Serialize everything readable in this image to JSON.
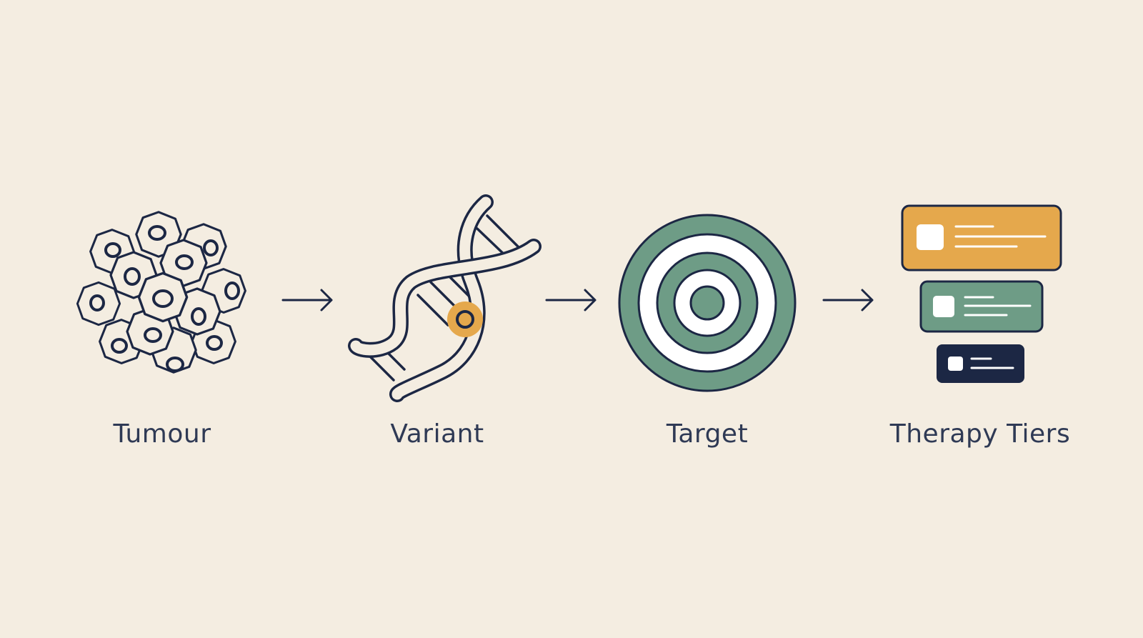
{
  "colors": {
    "background": "#f4ede1",
    "ink": "#1c2744",
    "accent_orange": "#e5a84c",
    "accent_green": "#6e9c86",
    "navy": "#1c2744",
    "label_text": "#2f3a55"
  },
  "flow": {
    "steps": [
      {
        "label": "Tumour",
        "icon": "tumour-cells-icon"
      },
      {
        "label": "Variant",
        "icon": "dna-variant-icon"
      },
      {
        "label": "Target",
        "icon": "target-icon"
      },
      {
        "label": "Therapy Tiers",
        "icon": "therapy-tiers-icon"
      }
    ],
    "connector_icon": "arrow-right-icon"
  }
}
